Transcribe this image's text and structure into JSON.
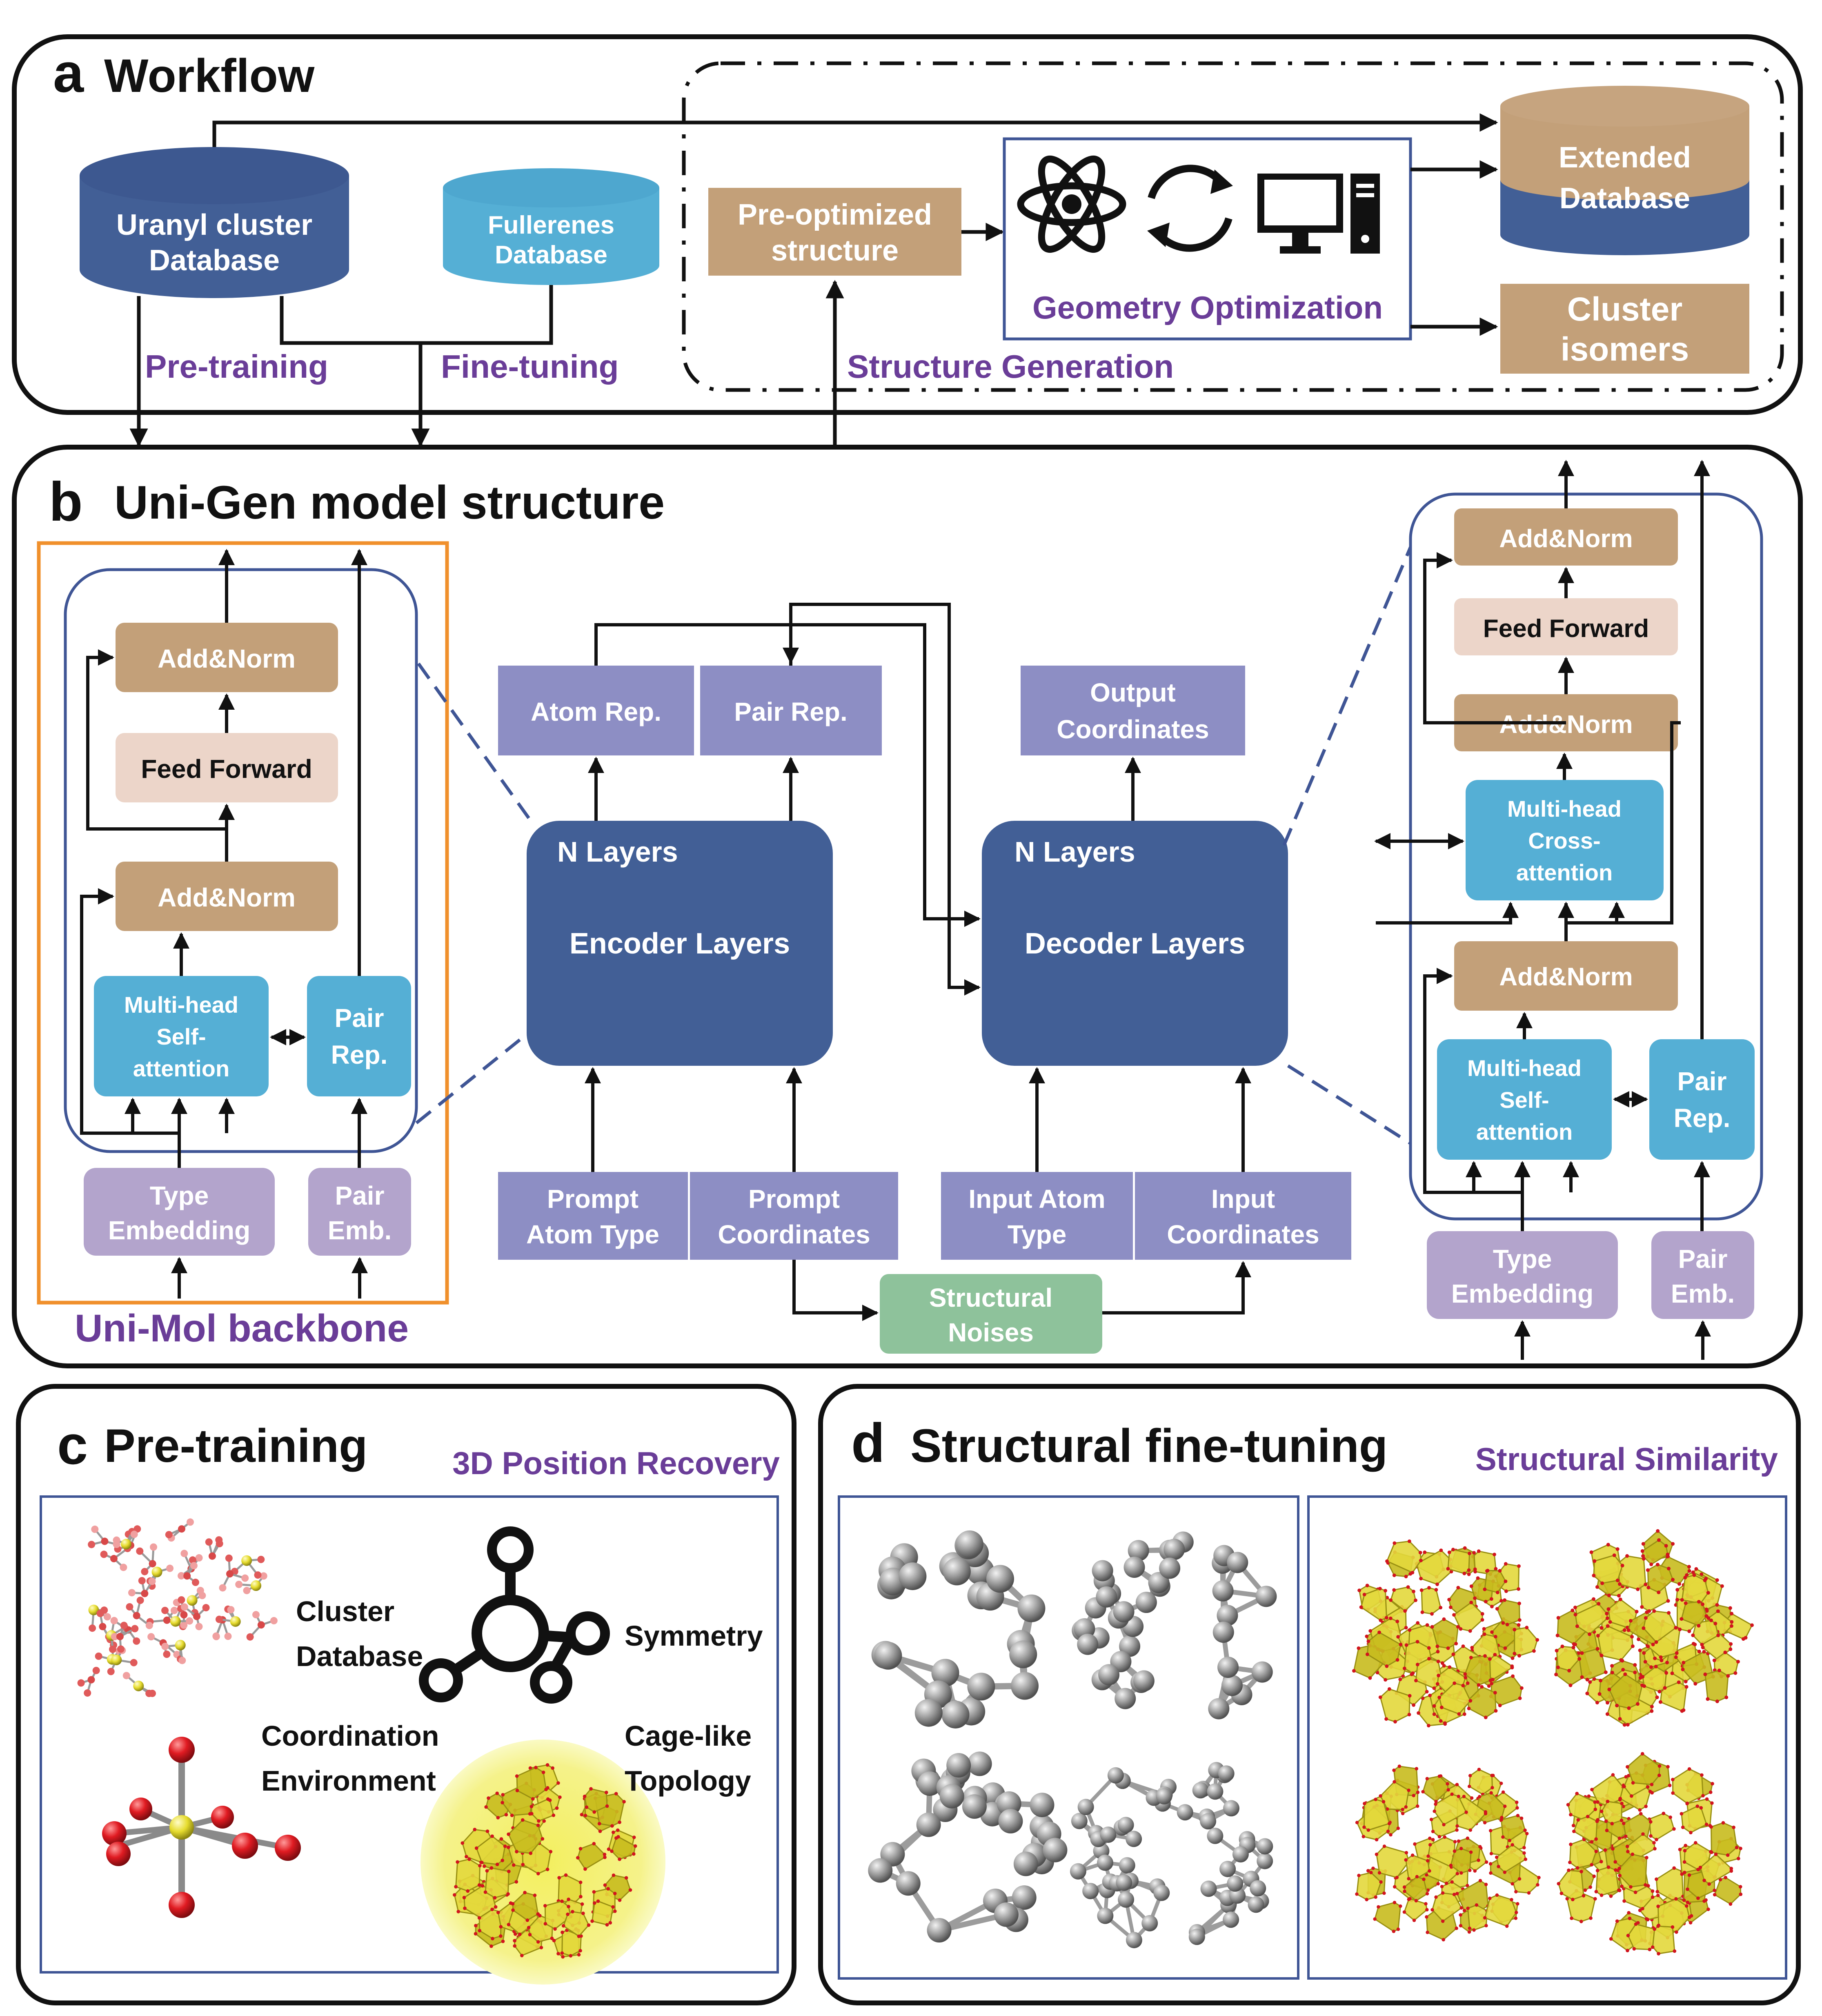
{
  "colors": {
    "panel_border": "#111111",
    "dark_blue": "#425f96",
    "mid_blue": "#4a74b4",
    "light_blue": "#55afd5",
    "tan": "#c3a079",
    "pale_pink": "#ecd5c9",
    "lavender_dark": "#8d8ec4",
    "lavender_light": "#b3a4cc",
    "green": "#8ec29b",
    "purple_text": "#6a3d98",
    "orange": "#f0902c",
    "inner_frame": "#3f5595",
    "yellow": "#e2d43a",
    "red_atom": "#d1151e",
    "grey_atom": "#8e8e8e"
  },
  "panel_a": {
    "letter": "a",
    "title": "Workflow",
    "uranyl_db": [
      "Uranyl cluster",
      "Database"
    ],
    "fullerenes_db": [
      "Fullerenes",
      "Database"
    ],
    "pretraining": "Pre-training",
    "finetuning": "Fine-tuning",
    "preopt": [
      "Pre-optimized",
      "structure"
    ],
    "geo_opt": "Geometry Optimization",
    "extended_db": [
      "Extended",
      "Database"
    ],
    "cluster_isomers": [
      "Cluster",
      "isomers"
    ],
    "structure_generation": "Structure Generation",
    "icons": [
      "atom-icon",
      "refresh-cycle-icon",
      "computer-icon"
    ]
  },
  "panel_b": {
    "letter": "b",
    "title": "Uni-Gen model structure",
    "backbone_label": "Uni-Mol backbone",
    "left_block": {
      "add_norm_top": "Add&Norm",
      "feed_forward": "Feed Forward",
      "add_norm_bottom": "Add&Norm",
      "mhsa": [
        "Multi-head",
        "Self-",
        "attention"
      ],
      "pair_rep": [
        "Pair",
        "Rep."
      ],
      "type_embedding": [
        "Type",
        "Embedding"
      ],
      "pair_emb": [
        "Pair",
        "Emb."
      ]
    },
    "atom_rep": "Atom Rep.",
    "pair_rep_out": "Pair Rep.",
    "output_coords": [
      "Output",
      "Coordinates"
    ],
    "encoder": {
      "layers": "N Layers",
      "name": "Encoder Layers"
    },
    "decoder": {
      "layers": "N Layers",
      "name": "Decoder Layers"
    },
    "prompt_atom_type": [
      "Prompt",
      "Atom Type"
    ],
    "prompt_coords": [
      "Prompt",
      "Coordinates"
    ],
    "input_atom_type": [
      "Input Atom",
      "Type"
    ],
    "input_coords": [
      "Input",
      "Coordinates"
    ],
    "structural_noises": [
      "Structural",
      "Noises"
    ],
    "right_block": {
      "add_norm_top": "Add&Norm",
      "feed_forward": "Feed Forward",
      "add_norm_mid": "Add&Norm",
      "cross_attention": [
        "Multi-head",
        "Cross-",
        "attention"
      ],
      "add_norm_bottom": "Add&Norm",
      "mhsa": [
        "Multi-head",
        "Self-",
        "attention"
      ],
      "pair_rep": [
        "Pair",
        "Rep."
      ],
      "type_embedding": [
        "Type",
        "Embedding"
      ],
      "pair_emb": [
        "Pair",
        "Emb."
      ]
    }
  },
  "panel_c": {
    "letter": "c",
    "title": "Pre-training",
    "subtitle": "3D Position Recovery",
    "cluster_db": [
      "Cluster",
      "Database"
    ],
    "symmetry": "Symmetry",
    "coordination": [
      "Coordination",
      "Environment"
    ],
    "cage": [
      "Cage-like",
      "Topology"
    ]
  },
  "panel_d": {
    "letter": "d",
    "title": "Structural fine-tuning",
    "subtitle": "Structural Similarity"
  }
}
